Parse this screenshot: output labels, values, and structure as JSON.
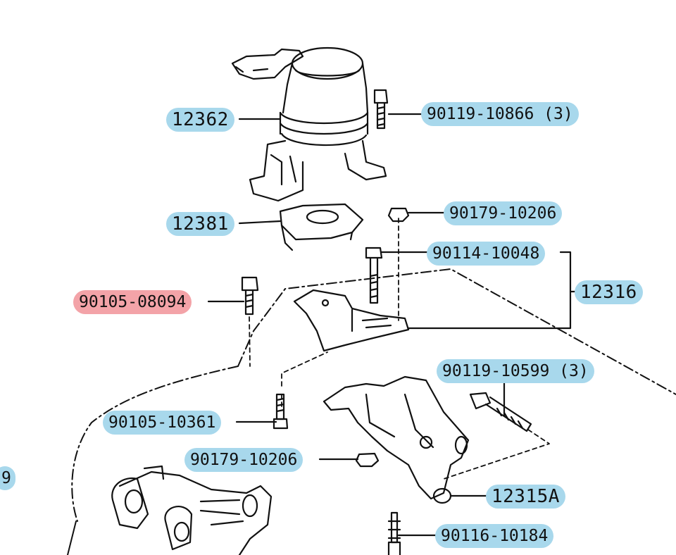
{
  "colors": {
    "label_bg": "#a8d8ec",
    "highlight_bg": "#f3a3a8",
    "line": "#111111"
  },
  "labels": [
    {
      "id": "p12362",
      "text": "12362",
      "highlight": false
    },
    {
      "id": "p90119a",
      "text": "90119-10866 (3)",
      "highlight": false
    },
    {
      "id": "p90179a",
      "text": "90179-10206",
      "highlight": false
    },
    {
      "id": "p12381",
      "text": "12381",
      "highlight": false
    },
    {
      "id": "p90114",
      "text": "90114-10048",
      "highlight": false
    },
    {
      "id": "p12316",
      "text": "12316",
      "highlight": false
    },
    {
      "id": "p90105a",
      "text": "90105-08094",
      "highlight": true
    },
    {
      "id": "p90119b",
      "text": "90119-10599 (3)",
      "highlight": false
    },
    {
      "id": "p90105b",
      "text": "90105-10361",
      "highlight": false
    },
    {
      "id": "p90179b",
      "text": "90179-10206",
      "highlight": false
    },
    {
      "id": "p12315A",
      "text": "12315A",
      "highlight": false
    },
    {
      "id": "p90116",
      "text": "90116-10184",
      "highlight": false
    },
    {
      "id": "pedge",
      "text": "9",
      "highlight": false
    }
  ]
}
